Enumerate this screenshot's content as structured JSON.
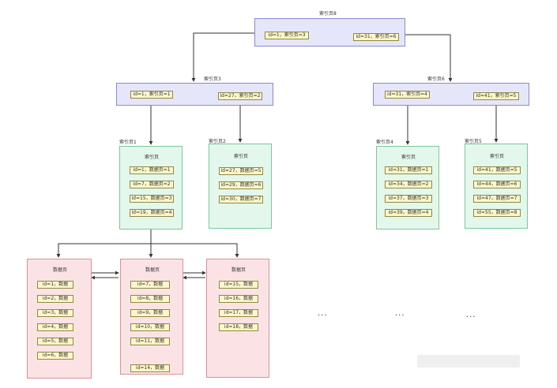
{
  "root": {
    "label": "索引页8",
    "cells": [
      "id=1，索引页=3",
      "id=31，索引页=6"
    ]
  },
  "l2": [
    {
      "label": "索引页3",
      "cells": [
        "id=1，索引页=1",
        "id=27，索引页=2"
      ]
    },
    {
      "label": "索引页6",
      "cells": [
        "id=31，索引页=4",
        "id=41，索引页=5"
      ]
    }
  ],
  "index_pages": [
    {
      "label": "索引页1",
      "head": "索引页",
      "cells": [
        "id=1，数据页=1",
        "id=7，数据页=2",
        "id=15，数据页=3",
        "id=19，数据页=4"
      ]
    },
    {
      "label": "索引页2",
      "head": "索引页",
      "cells": [
        "id=27，数据页=5",
        "id=29，数据页=6",
        "id=30，数据页=7"
      ]
    },
    {
      "label": "索引页4",
      "head": "索引页",
      "cells": [
        "id=31，数据页=1",
        "id=34，数据页=2",
        "id=37，数据页=3",
        "id=39，数据页=4"
      ]
    },
    {
      "label": "索引页5",
      "head": "索引页",
      "cells": [
        "id=41，数据页=5",
        "id=44，数据页=6",
        "id=47，数据页=7",
        "id=55，数据页=8"
      ]
    }
  ],
  "data_pages": [
    {
      "head": "数据页",
      "cells": [
        "id=1，数据",
        "id=2，数据",
        "id=3，数据",
        "id=4，数据",
        "id=5，数据",
        "id=6，数据"
      ]
    },
    {
      "head": "数据页",
      "cells": [
        "id=7，数据",
        "id=8，数据",
        "id=9，数据",
        "id=10，数据",
        "id=11，数据",
        "id=14，数据"
      ]
    },
    {
      "head": "数据页",
      "cells": [
        "id=15，数据",
        "id=16，数据",
        "id=17，数据",
        "id=18，数据"
      ]
    }
  ],
  "ellipsis": [
    "...",
    "...",
    "..."
  ],
  "colors": {
    "arrow": "#333333",
    "root_fill": "#e6e6fb",
    "index_fill": "#e4f7ec",
    "data_fill": "#fbe3e5",
    "cell_fill": "#fcf6c8"
  }
}
